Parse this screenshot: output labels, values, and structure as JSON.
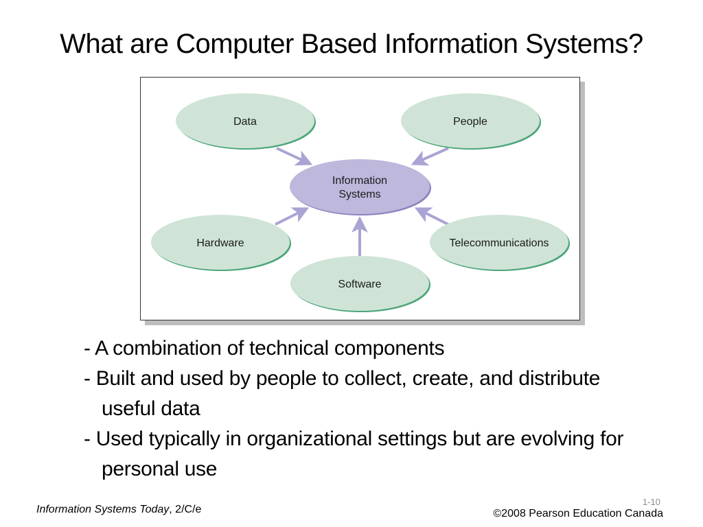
{
  "slide": {
    "title": "What are Computer Based Information Systems?"
  },
  "diagram": {
    "center": {
      "label_line1": "Information",
      "label_line2": "Systems",
      "fill": "#bdb8dc",
      "stroke": "#7b74b0"
    },
    "nodes": [
      {
        "id": "data",
        "label": "Data"
      },
      {
        "id": "people",
        "label": "People"
      },
      {
        "id": "hardware",
        "label": "Hardware"
      },
      {
        "id": "software",
        "label": "Software"
      },
      {
        "id": "telecommunications",
        "label": "Telecommunications"
      }
    ],
    "node_fill": "#cfe4d6",
    "node_edge": "#4aa57a",
    "arrow_color": "#a9a4d4",
    "edges": [
      {
        "from": "Data",
        "to": "Information Systems"
      },
      {
        "from": "People",
        "to": "Information Systems"
      },
      {
        "from": "Hardware",
        "to": "Information Systems"
      },
      {
        "from": "Software",
        "to": "Information Systems"
      },
      {
        "from": "Telecommunications",
        "to": "Information Systems"
      }
    ]
  },
  "bullets": [
    "- A combination of technical components",
    "- Built and used by people to collect, create, and distribute useful data",
    "- Used typically in organizational settings but are evolving for personal use"
  ],
  "footer": {
    "book_title": "Information Systems Today",
    "edition": ", 2/C/e",
    "slide_number": "1-10",
    "copyright": "©2008 Pearson Education Canada"
  }
}
